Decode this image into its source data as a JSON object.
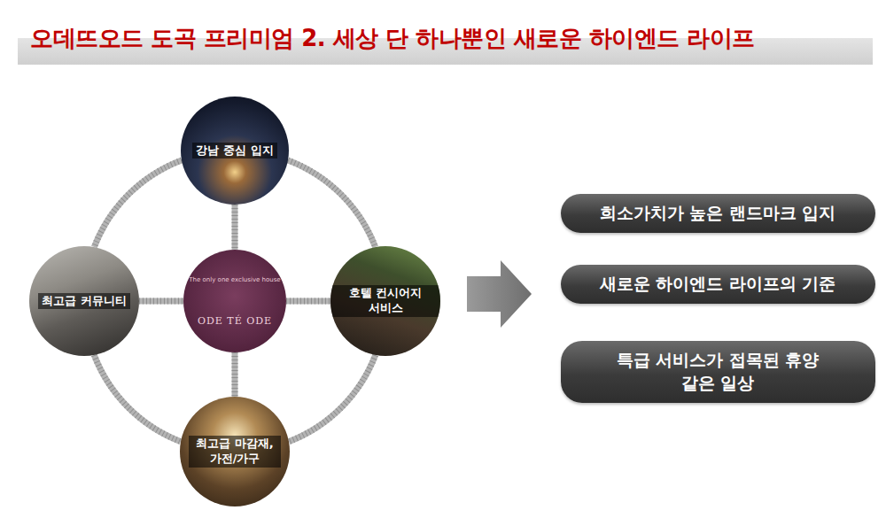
{
  "diagram": {
    "title": "오데뜨오드 도곡 프리미엄 2. 세상 단 하나뿐인 새로운 하이엔드 라이프",
    "nodes": [
      {
        "text": [
          "강남 중심 입지"
        ]
      },
      {
        "text": [
          "최고급 커뮤니티"
        ]
      },
      {
        "text": [
          "The only one exclusive house",
          "ODE TÉ ODE"
        ]
      },
      {
        "text": [
          "호텔 컨시어지 서비스"
        ]
      },
      {
        "text": [
          "최고급 마감재, 가전/가구"
        ]
      },
      {
        "text": [
          "희소가치가 높은 랜드마크 입지"
        ]
      },
      {
        "text": [
          "새로운 하이엔드 라이프의 기준"
        ]
      },
      {
        "text": [
          "특급 서비스가 접목된 휴양 같은 일상"
        ]
      }
    ],
    "edges": [
      {
        "from": 0,
        "to": 1,
        "arrow": "none"
      },
      {
        "from": 0,
        "to": 3,
        "arrow": "none"
      },
      {
        "from": 0,
        "to": 2,
        "arrow": "none"
      },
      {
        "from": 1,
        "to": 2,
        "arrow": "none"
      },
      {
        "from": 2,
        "to": 3,
        "arrow": "none"
      },
      {
        "from": 2,
        "to": 4,
        "arrow": "none"
      },
      {
        "from": 1,
        "to": 4,
        "arrow": "none"
      },
      {
        "from": 3,
        "to": 4,
        "arrow": "none"
      }
    ]
  }
}
